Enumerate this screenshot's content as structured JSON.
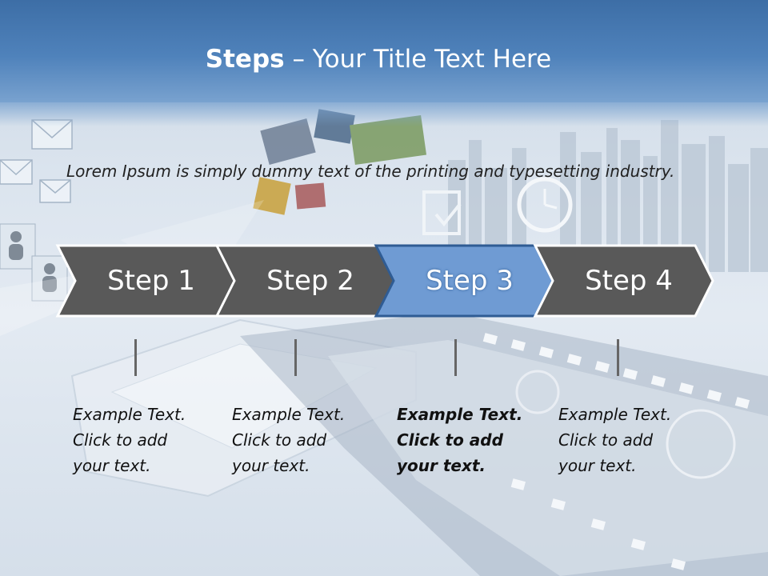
{
  "title": {
    "bold": "Steps",
    "rest": " – Your Title Text Here"
  },
  "lead": "Lorem Ipsum is simply dummy text of the printing and typesetting industry.",
  "colors": {
    "chevron_dark": "#595959",
    "chevron_active": "#6f9bd3",
    "chevron_active_border": "#2f5c94"
  },
  "steps": [
    {
      "label": "Step 1",
      "lines": [
        "Example Text.",
        "Click  to add",
        "your text."
      ],
      "active": false
    },
    {
      "label": "Step 2",
      "lines": [
        "Example Text.",
        "Click  to add",
        "your text."
      ],
      "active": false
    },
    {
      "label": "Step 3",
      "lines": [
        "Example Text.",
        "Click  to add",
        "your text."
      ],
      "active": true
    },
    {
      "label": "Step 4",
      "lines": [
        "Example Text.",
        "Click  to add",
        "your text."
      ],
      "active": false
    }
  ]
}
